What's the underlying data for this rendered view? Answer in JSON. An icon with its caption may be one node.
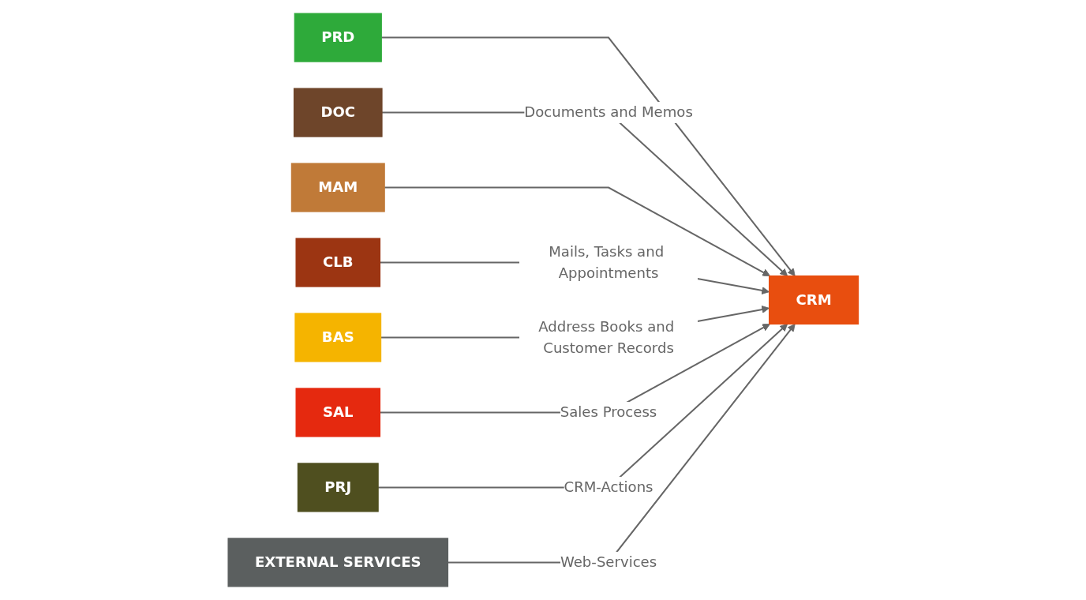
{
  "diagram": {
    "nodes": [
      {
        "text": [
          "PRD"
        ]
      },
      {
        "text": [
          "DOC"
        ]
      },
      {
        "text": [
          "MAM"
        ]
      },
      {
        "text": [
          "CLB"
        ]
      },
      {
        "text": [
          "CRM"
        ]
      },
      {
        "text": [
          "BAS"
        ]
      },
      {
        "text": [
          "SAL"
        ]
      },
      {
        "text": [
          "PRJ"
        ]
      },
      {
        "text": [
          "EXTERNAL SERVICES"
        ]
      }
    ],
    "edges": [
      {
        "from": 0,
        "to": 4,
        "arrow": "to"
      },
      {
        "from": 1,
        "to": 4,
        "arrow": "to",
        "label": "Documents and Memos"
      },
      {
        "from": 2,
        "to": 4,
        "arrow": "to"
      },
      {
        "from": 3,
        "to": 4,
        "arrow": "to",
        "label": "Mails, Tasks and Appointments"
      },
      {
        "from": 5,
        "to": 4,
        "arrow": "to",
        "label": "Address Books and Customer Records"
      },
      {
        "from": 6,
        "to": 4,
        "arrow": "to",
        "label": "Sales Process"
      },
      {
        "from": 7,
        "to": 4,
        "arrow": "to",
        "label": "CRM-Actions"
      },
      {
        "from": 8,
        "to": 4,
        "arrow": "to",
        "label": "Web-Services"
      }
    ]
  }
}
